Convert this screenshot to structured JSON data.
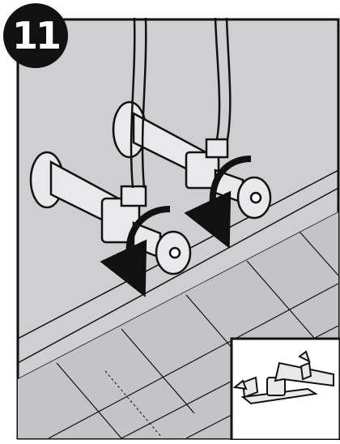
{
  "step": {
    "number": "11"
  },
  "colors": {
    "panel_background": "#cfcfd1",
    "outline": "#111111",
    "badge": "#111111",
    "badge_text": "#ffffff",
    "metal": "#e9e9eb",
    "arrow": "#111111"
  },
  "scene": {
    "main": "two-shutoff-valves-under-sink",
    "inset": "faucet-detail"
  },
  "icons": [
    "clockwise-arrow-icon",
    "clockwise-arrow-icon"
  ]
}
